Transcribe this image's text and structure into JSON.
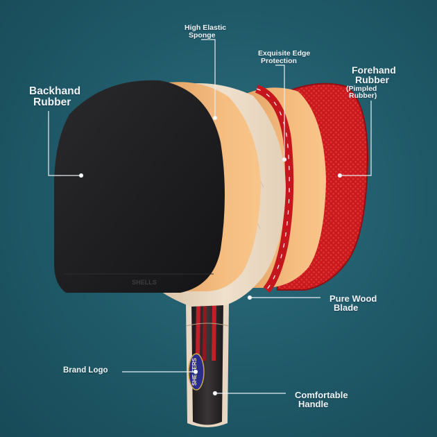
{
  "labels": {
    "backhand": {
      "line1": "Backhand",
      "line2": "Rubber"
    },
    "sponge": {
      "line1": "High Elastic",
      "line2": "Sponge"
    },
    "edge": {
      "line1": "Exquisite Edge",
      "line2": "Protection"
    },
    "forehand": {
      "line1": "Forehand",
      "line2": "Rubber",
      "line3": "(Pimpled",
      "line4": "Rubber)"
    },
    "blade": {
      "line1": "Pure Wood",
      "line2": "Blade"
    },
    "logo": {
      "line1": "Brand Logo"
    },
    "handle": {
      "line1": "Comfortable",
      "line2": "Handle"
    }
  },
  "colors": {
    "background": "#1f5968",
    "black_rubber": "#1b1b1d",
    "sponge": "#f2b579",
    "wood": "#ead9c4",
    "red_rubber": "#c4191d",
    "handle": "#2a2627",
    "callout_line": "#e8eef1"
  }
}
